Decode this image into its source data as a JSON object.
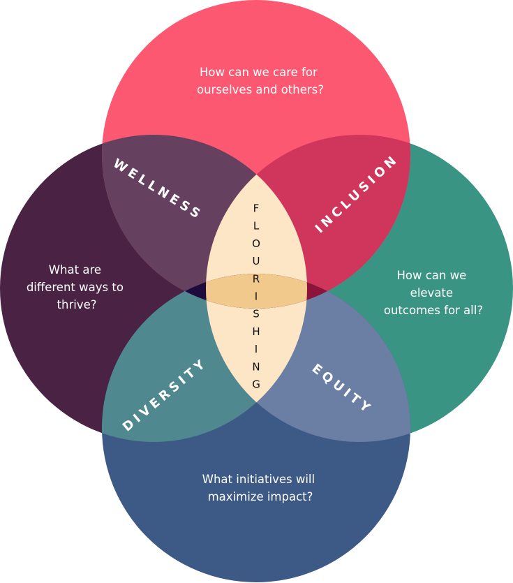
{
  "title": "Flourishing",
  "center": {
    "letters": [
      "F",
      "L",
      "O",
      "U",
      "R",
      "I",
      "S",
      "H",
      "I",
      "N",
      "G"
    ]
  },
  "circles": {
    "top": {
      "question_lines": [
        "How can we care for",
        "ourselves and others?"
      ],
      "color": "#fd5872"
    },
    "left": {
      "question_lines": [
        "What are",
        "different ways to",
        "thrive?"
      ],
      "color": "#4a2344"
    },
    "right": {
      "question_lines": [
        "How can we",
        "elevate",
        "outcomes for all?"
      ],
      "color": "#3a9483"
    },
    "bottom": {
      "question_lines": [
        "What initiatives will",
        "maximize impact?"
      ],
      "color": "#3d5986"
    }
  },
  "overlaps": {
    "wellness": {
      "label": "WELLNESS",
      "color": "#66405f"
    },
    "inclusion": {
      "label": "INCLUSION",
      "color": "#d0365b"
    },
    "diversity": {
      "label": "DIVERSITY",
      "color": "#4f898f"
    },
    "equity": {
      "label": "EQUITY",
      "color": "#6a7fa3"
    }
  },
  "colors": {
    "lens": "#fde6c6",
    "lens_core": "#f1c98c",
    "core_left": "#1f0a3e",
    "core_right": "#8c1339"
  }
}
